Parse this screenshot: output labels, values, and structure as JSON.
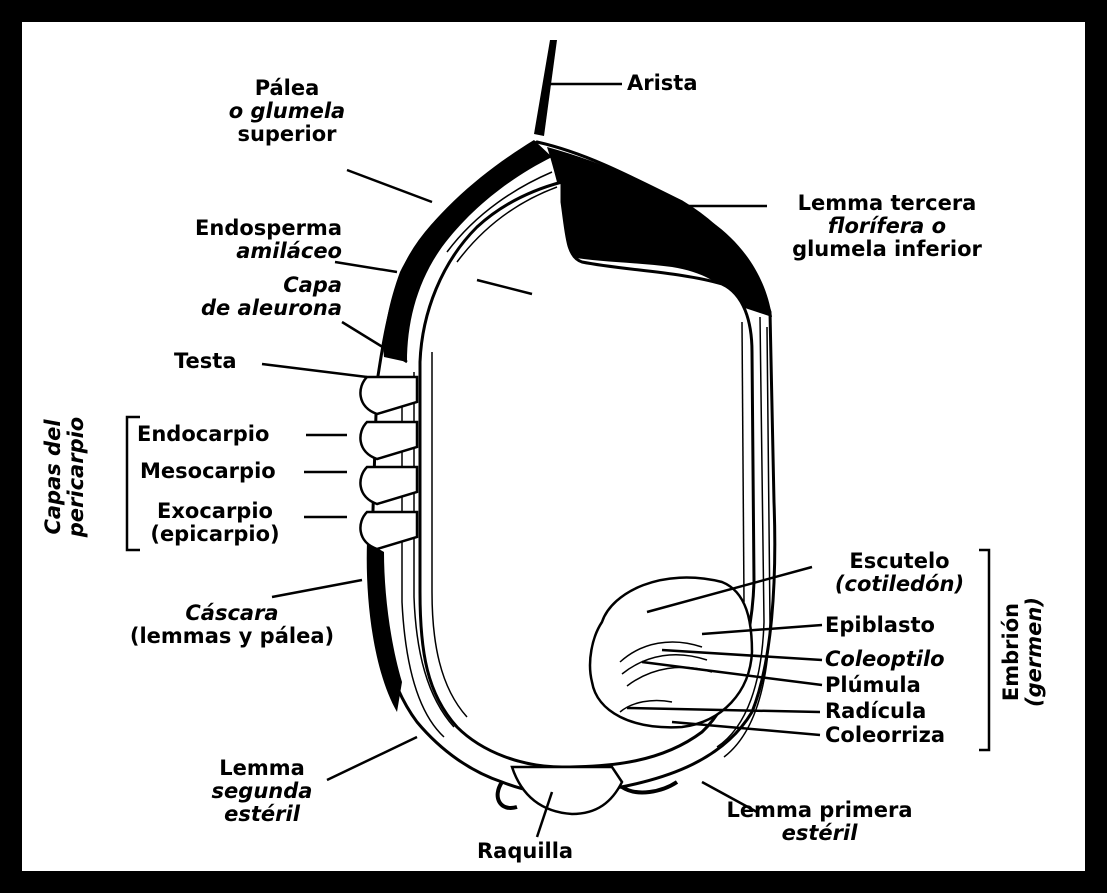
{
  "labels": {
    "arista": "Arista",
    "palea": [
      "Pálea",
      "o glumela",
      "superior"
    ],
    "lemma_tercera": [
      "Lemma tercera",
      "florífera o",
      "glumela inferior"
    ],
    "endosperma": [
      "Endosperma",
      "amiláceo"
    ],
    "capa_aleurona": [
      "Capa",
      "de aleurona"
    ],
    "testa": "Testa",
    "endocarpio": "Endocarpio",
    "mesocarpio": "Mesocarpio",
    "exocarpio": [
      "Exocarpio",
      "(epicarpio)"
    ],
    "capas_pericarpio": [
      "Capas del",
      "pericarpio"
    ],
    "cascara": [
      "Cáscara",
      "(lemmas y pálea)"
    ],
    "escutelo": [
      "Escutelo",
      "(cotiledón)"
    ],
    "epiblasto": "Epiblasto",
    "coleoptilo": "Coleoptilo",
    "plumula": "Plúmula",
    "radicula": "Radícula",
    "coleorriza": "Coleorriza",
    "embrion": [
      "Embrión",
      "(germen)"
    ],
    "lemma_segunda": [
      "Lemma",
      "segunda",
      "estéril"
    ],
    "raquilla": "Raquilla",
    "lemma_primera": [
      "Lemma primera",
      "estéril"
    ]
  }
}
